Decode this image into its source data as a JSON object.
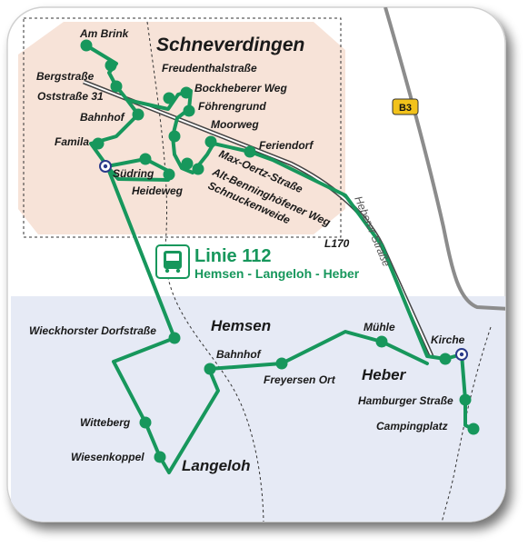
{
  "towns": {
    "schneverdingen": "Schneverdingen",
    "hemsen": "Hemsen",
    "heber": "Heber",
    "langeloh": "Langeloh"
  },
  "roads": {
    "b3": "B3",
    "heberer_strasse": "Heberer Straße",
    "l170": "L170"
  },
  "line": {
    "number_label": "Linie 112",
    "route_label": "Hemsen - Langeloh - Heber",
    "color": "#17975c",
    "icon": "bus-icon"
  },
  "stops": {
    "am_brink": "Am Brink",
    "bergstrasse": "Bergstraße",
    "oststrasse_31": "Oststraße 31",
    "bahnhof_schneverdingen": "Bahnhof",
    "famila": "Famila",
    "suedring": "Südring",
    "heideweg": "Heideweg",
    "freudenthalstrasse": "Freudenthalstraße",
    "bockheberer_weg": "Bockheberer Weg",
    "foehrengrund": "Föhrengrund",
    "moorweg": "Moorweg",
    "feriendorf": "Feriendorf",
    "max_oertz_strasse": "Max-Oertz-Straße",
    "alt_benninghoefener_weg": "Alt-Benninghöfener Weg",
    "schnuckenweide": "Schnuckenweide",
    "wieckhorster_dorfstrasse": "Wieckhorster Dorfstraße",
    "bahnhof_hemsen": "Bahnhof",
    "freyersen_ort": "Freyersen Ort",
    "muehle": "Mühle",
    "kirche": "Kirche",
    "hamburger_strasse": "Hamburger Straße",
    "campingplatz": "Campingplatz",
    "witteberg": "Witteberg",
    "wiesenkoppel": "Wiesenkoppel"
  },
  "colors": {
    "town_area_schneverdingen": "#f7e3d8",
    "town_area_south": "#e6eaf5",
    "route_green": "#17975c",
    "highway_gray": "#8c8c8c",
    "b3_badge": "#f2c21b"
  }
}
